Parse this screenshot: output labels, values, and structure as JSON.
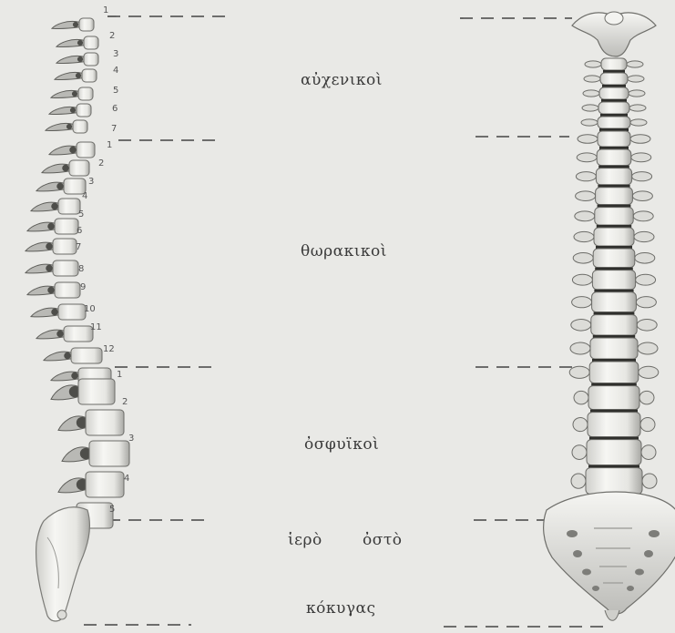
{
  "regions": {
    "cervical": "αὐχενικοὶ",
    "thoracic": "θωρακικοὶ",
    "lumbar": "ὀσφυϊκοὶ",
    "sacrum_word1": "ἱερὸ",
    "sacrum_word2": "ὀστὸ",
    "coccyx": "κόκυγας"
  },
  "cervical_numbers": [
    "1",
    "2",
    "3",
    "4",
    "5",
    "6",
    "7"
  ],
  "thoracic_numbers": [
    "1",
    "2",
    "3",
    "4",
    "5",
    "6",
    "7",
    "8",
    "9",
    "10",
    "11",
    "12"
  ],
  "lumbar_numbers": [
    "1",
    "2",
    "3",
    "4",
    "5"
  ],
  "colors": {
    "background": "#e9e9e6",
    "bone": "#f1f1ee",
    "bone_shadow": "#9a9a96",
    "line": "#444444",
    "text": "#3a3a3a"
  }
}
